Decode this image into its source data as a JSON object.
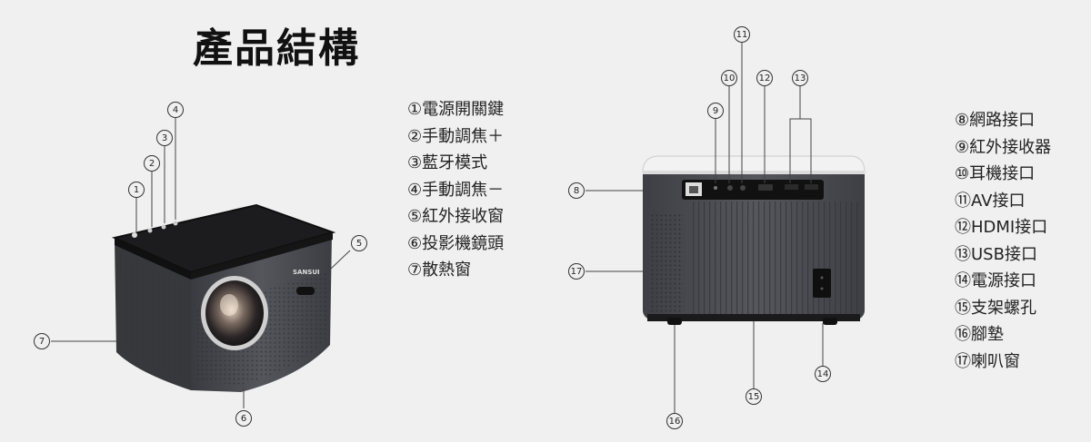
{
  "title": "產品結構",
  "legend_left": [
    "①電源開關鍵",
    "②手動調焦＋",
    "③藍牙模式",
    "④手動調焦－",
    "⑤紅外接收窗",
    "⑥投影機鏡頭",
    "⑦散熱窗"
  ],
  "legend_right": [
    "⑧網路接口",
    "⑨紅外接收器",
    "⑩耳機接口",
    "⑪AV接口",
    "⑫HDMI接口",
    "⑬USB接口",
    "⑭電源接口",
    "⑮支架螺孔",
    "⑯腳墊",
    "⑰喇叭窗"
  ],
  "callouts": {
    "c1": "1",
    "c2": "2",
    "c3": "3",
    "c4": "4",
    "c5": "5",
    "c6": "6",
    "c7": "7",
    "c8": "8",
    "c9": "9",
    "c10": "10",
    "c11": "11",
    "c12": "12",
    "c13": "13",
    "c14": "14",
    "c15": "15",
    "c16": "16",
    "c17": "17"
  },
  "brand": "SANSUI",
  "colors": {
    "body": "#4a4b50",
    "top": "#1c1c1e",
    "accent": "#f0f0f0"
  }
}
